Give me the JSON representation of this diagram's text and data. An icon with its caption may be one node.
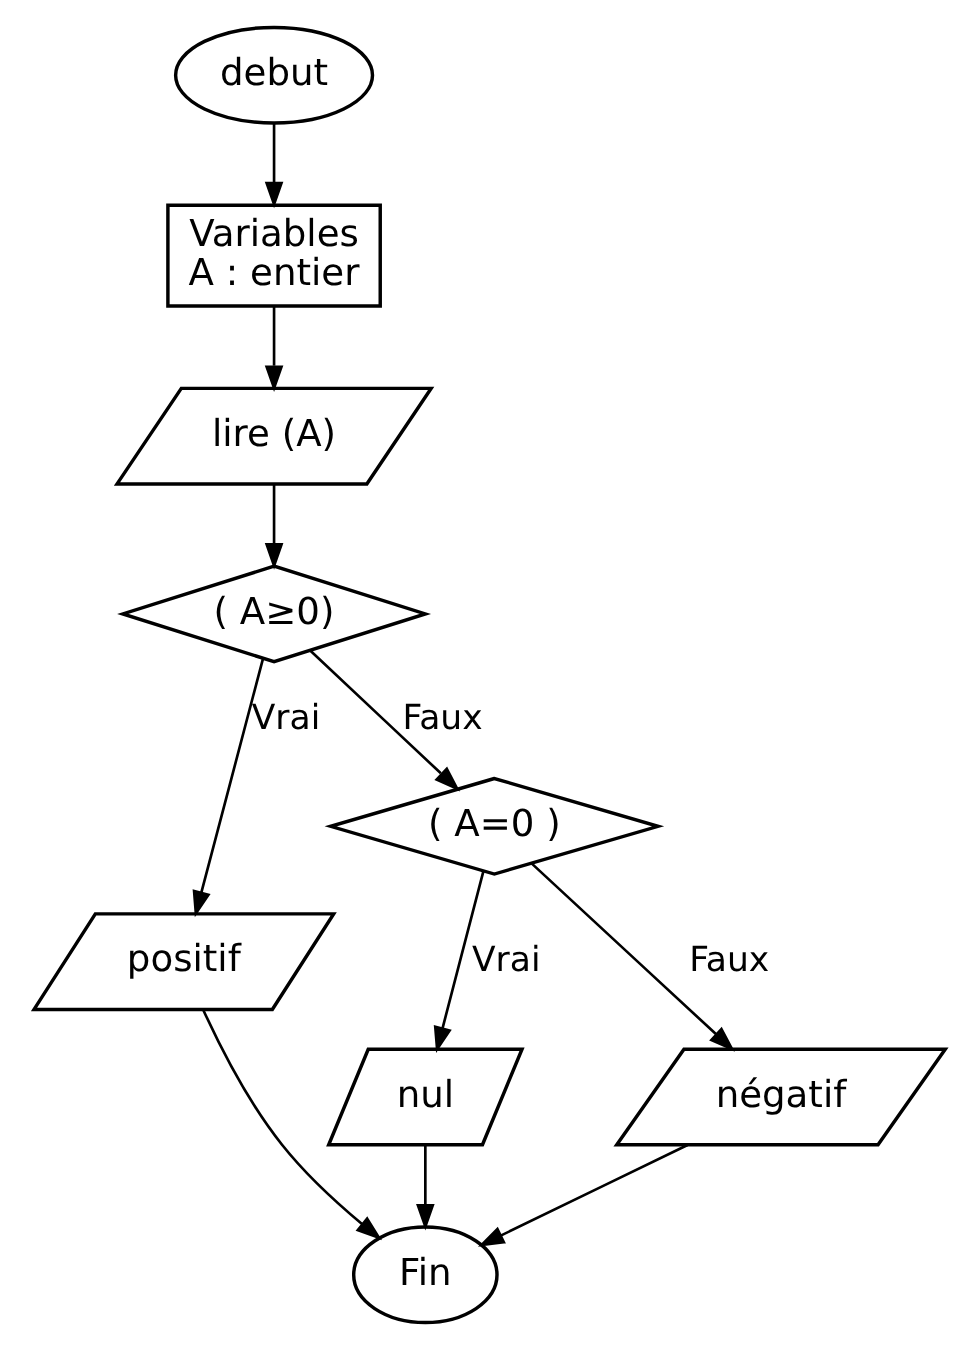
{
  "diagram": {
    "nodes": [
      {
        "text": [
          "debut"
        ]
      },
      {
        "text": [
          "Variables",
          "A : entier"
        ]
      },
      {
        "text": [
          "lire (A)"
        ]
      },
      {
        "text": [
          "( A≥0)"
        ]
      },
      {
        "text": [
          "positif"
        ]
      },
      {
        "text": [
          "( A=0 )"
        ]
      },
      {
        "text": [
          "nul"
        ]
      },
      {
        "text": [
          "négatif"
        ]
      },
      {
        "text": [
          "Fin"
        ]
      }
    ],
    "edges": [
      {
        "from": 0,
        "to": 1,
        "arrow": "to"
      },
      {
        "from": 1,
        "to": 2,
        "arrow": "to"
      },
      {
        "from": 2,
        "to": 3,
        "arrow": "to"
      },
      {
        "from": 3,
        "to": 4,
        "arrow": "to",
        "label": "Vrai"
      },
      {
        "from": 3,
        "to": 5,
        "arrow": "to",
        "label": "Faux"
      },
      {
        "from": 5,
        "to": 6,
        "arrow": "to",
        "label": "Vrai"
      },
      {
        "from": 5,
        "to": 7,
        "arrow": "to",
        "label": "Faux"
      },
      {
        "from": 4,
        "to": 8,
        "arrow": "to"
      },
      {
        "from": 6,
        "to": 8,
        "arrow": "to"
      },
      {
        "from": 7,
        "to": 8,
        "arrow": "to"
      }
    ]
  }
}
